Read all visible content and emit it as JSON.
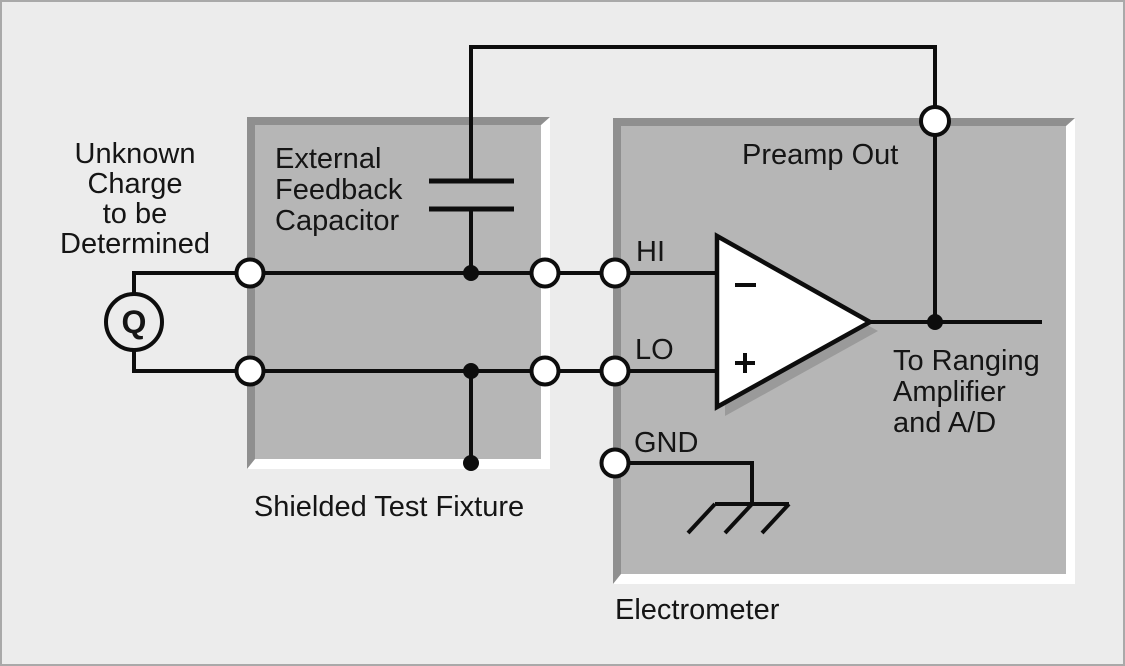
{
  "diagram": {
    "title": "Electrometer charge measurement circuit",
    "labels": {
      "unknown_charge": "Unknown\nCharge\nto be\nDetermined",
      "external_feedback": "External\nFeedback\nCapacitor",
      "preamp_out": "Preamp Out",
      "hi": "HI",
      "lo": "LO",
      "gnd": "GND",
      "to_ranging": "To Ranging\nAmplifier\nand A/D",
      "shielded_test_fixture": "Shielded Test Fixture",
      "electrometer": "Electrometer",
      "charge_source": "Q",
      "opamp_minus": "−",
      "opamp_plus": "+"
    },
    "icons": [
      "charge-source-icon",
      "capacitor-icon",
      "opamp-icon",
      "ground-icon",
      "terminal-node-icon",
      "junction-dot-icon"
    ]
  },
  "colors": {
    "bg": "#ececec",
    "page-border": "#a9a9a9",
    "box-fill": "#b6b6b6",
    "bevel-dark": "#8f8f8f",
    "bevel-light": "#ffffff",
    "line": "#0d0d0d",
    "shadow": "#9a9a9a",
    "text": "#151515"
  }
}
